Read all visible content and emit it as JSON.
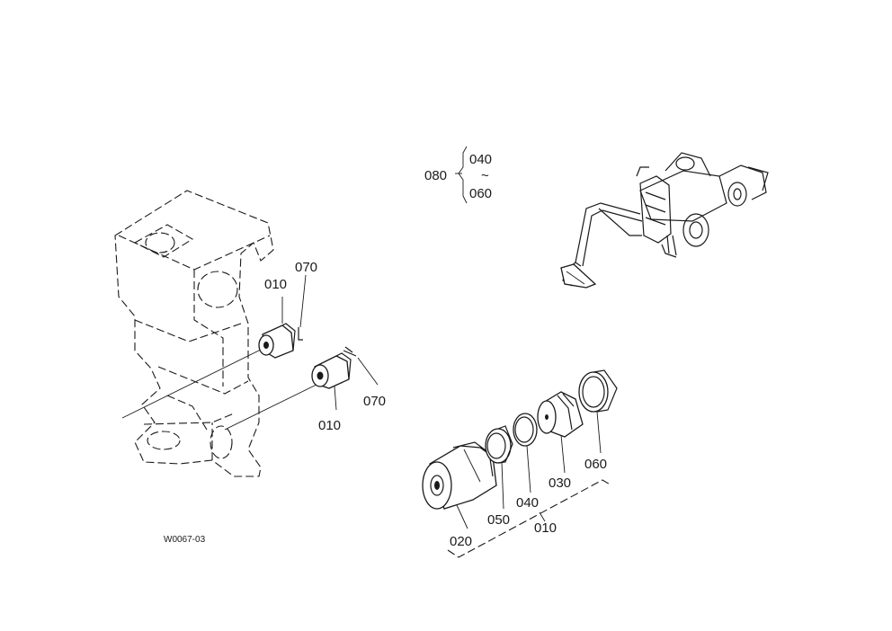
{
  "figure_code": "W0067-03",
  "group_bracket": {
    "main": "080",
    "top": "040",
    "tilde": "~",
    "bottom": "060"
  },
  "left_labels": {
    "bushing_upper": "010",
    "pin_upper": "070",
    "bushing_lower": "010",
    "pin_lower": "070"
  },
  "exploded_labels": {
    "body": "020",
    "ring_050": "050",
    "ring_040": "040",
    "sleeve_030": "030",
    "ring_060": "060",
    "assembly": "010"
  }
}
